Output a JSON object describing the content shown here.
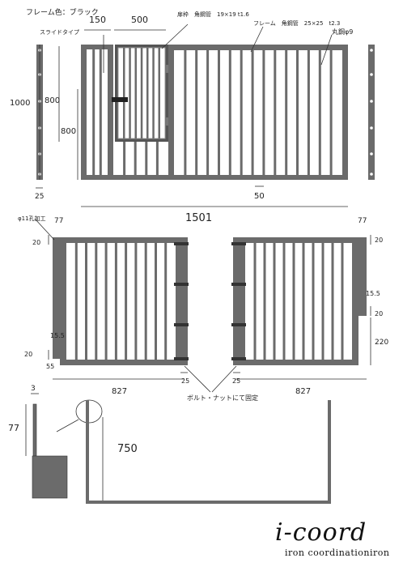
{
  "labels": {
    "frame_color": "フレーム色：ブラック",
    "slide_type": "スライドタイプ",
    "door_frame": "扉枠　角鋼管　19×19 t1.6",
    "frame_pipe": "フレーム　角鋼管　25×25　t2.3",
    "round_bar": "丸鋼φ9",
    "hole": "φ11孔加工",
    "bolt_nut": "ボルト・ナットにて固定"
  },
  "dims": {
    "d150": "150",
    "d500": "500",
    "d1000": "1000",
    "d800a": "800",
    "d800b": "800",
    "d25a": "25",
    "d50": "50",
    "d1501": "1501",
    "d77a": "77",
    "d77b": "77",
    "d20a": "20",
    "d20b": "20",
    "d20c": "20",
    "d20d": "20",
    "d155a": "15.5",
    "d155b": "15.5",
    "d55": "55",
    "d220": "220",
    "d827a": "827",
    "d827b": "827",
    "d25b": "25",
    "d25c": "25",
    "d3": "3",
    "d77c": "77",
    "d750": "750"
  },
  "brand": {
    "logo": "i-coord",
    "tagline": "iron coordinationiron"
  },
  "colors": {
    "frame": "#6b6b6b",
    "frame_dark": "#555555",
    "line": "#333333"
  }
}
